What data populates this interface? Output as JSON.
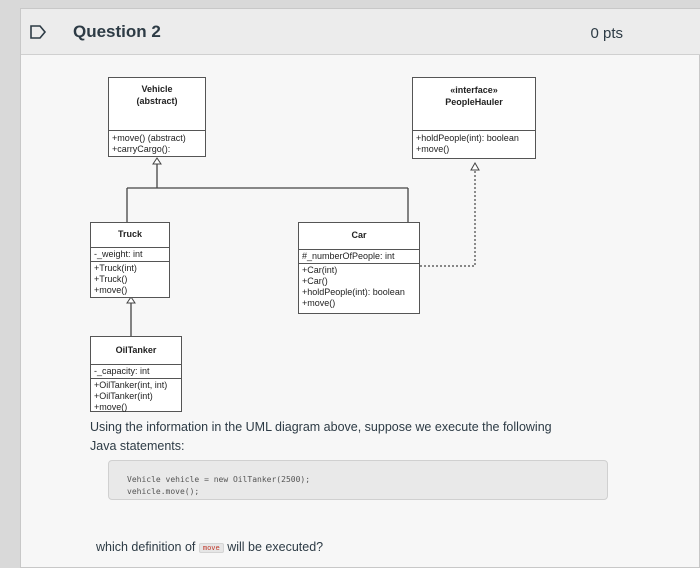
{
  "question": {
    "title": "Question 2",
    "points": "0 pts"
  },
  "uml": {
    "vehicle": {
      "name": "Vehicle",
      "stereotype": "(abstract)",
      "methods": [
        "+move() (abstract)",
        "+carryCargo():"
      ]
    },
    "interface": {
      "stereotype": "«interface»",
      "name": "PeopleHauler",
      "methods": [
        "+holdPeople(int): boolean",
        "+move()"
      ]
    },
    "truck": {
      "name": "Truck",
      "fields": [
        "-_weight: int"
      ],
      "methods": [
        "+Truck(int)",
        "+Truck()",
        "+move()"
      ]
    },
    "car": {
      "name": "Car",
      "fields": [
        "#_numberOfPeople: int"
      ],
      "methods": [
        "+Car(int)",
        "+Car()",
        "+holdPeople(int): boolean",
        "+move()"
      ]
    },
    "oiltanker": {
      "name": "OilTanker",
      "fields": [
        "-_capacity: int"
      ],
      "methods": [
        "+OilTanker(int, int)",
        "+OilTanker(int)",
        "+move()"
      ]
    }
  },
  "prompt": {
    "text": "Using the information in the UML diagram above, suppose we execute the following Java statements:",
    "code": [
      "Vehicle vehicle = new OilTanker(2500);",
      "vehicle.move();"
    ],
    "which_before": "which definition of",
    "which_code": "move",
    "which_after": "will be executed?"
  }
}
